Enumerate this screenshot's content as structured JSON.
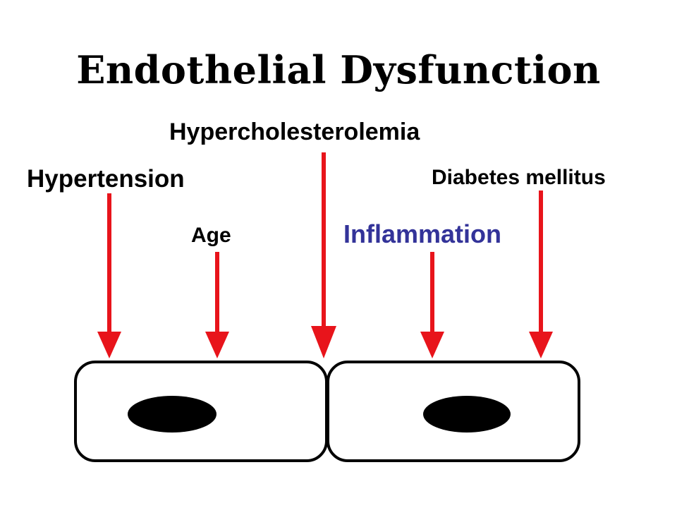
{
  "title": "Endothelial Dysfunction",
  "factors": {
    "hypercholesterolemia": "Hypercholesterolemia",
    "hypertension": "Hypertension",
    "diabetes": "Diabetes mellitus",
    "age": "Age",
    "inflammation": "Inflammation"
  },
  "colors": {
    "arrow": "#e8141b",
    "label_default": "#000000",
    "label_inflammation": "#333399",
    "cell_outline": "#000000",
    "nucleus": "#000000",
    "background": "#ffffff"
  },
  "cells": [
    {
      "name": "endothelial-cell-left",
      "nucleus": true
    },
    {
      "name": "endothelial-cell-right",
      "nucleus": true
    }
  ]
}
